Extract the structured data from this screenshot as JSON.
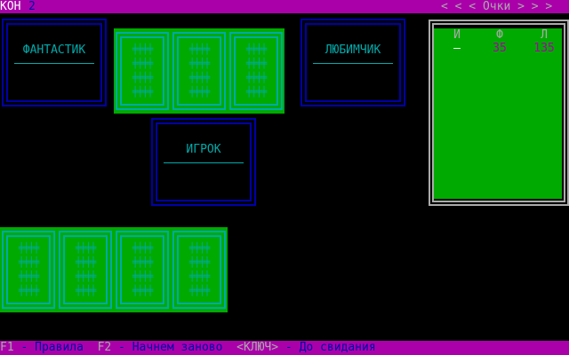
{
  "header": {
    "round_label": "КОН",
    "round_number": "2",
    "score_title": "< < < Очки > > >"
  },
  "players": {
    "left": "ФАНТАСТИК",
    "right": "ЛЮБИМЧИК",
    "human": "ИГРОК"
  },
  "card_pattern": [
    "╪╪╪╪",
    "╪╪╪╪",
    "╪╪╪╪",
    "╪╪╪╪"
  ],
  "scoreboard": {
    "columns": [
      "И",
      "Ф",
      "Л"
    ],
    "values": [
      "—",
      "35",
      "135"
    ]
  },
  "footer": {
    "k1": "F1",
    "a1": " - Правила  ",
    "k2": "F2",
    "a2": " - Начнем заново  ",
    "k3": "<КЛЮЧ>",
    "a3": " - До свидания"
  },
  "colors": {
    "bar": "#aa00aa",
    "table": "#00aa00",
    "border": "#0000aa",
    "card": "#00aaaa"
  }
}
